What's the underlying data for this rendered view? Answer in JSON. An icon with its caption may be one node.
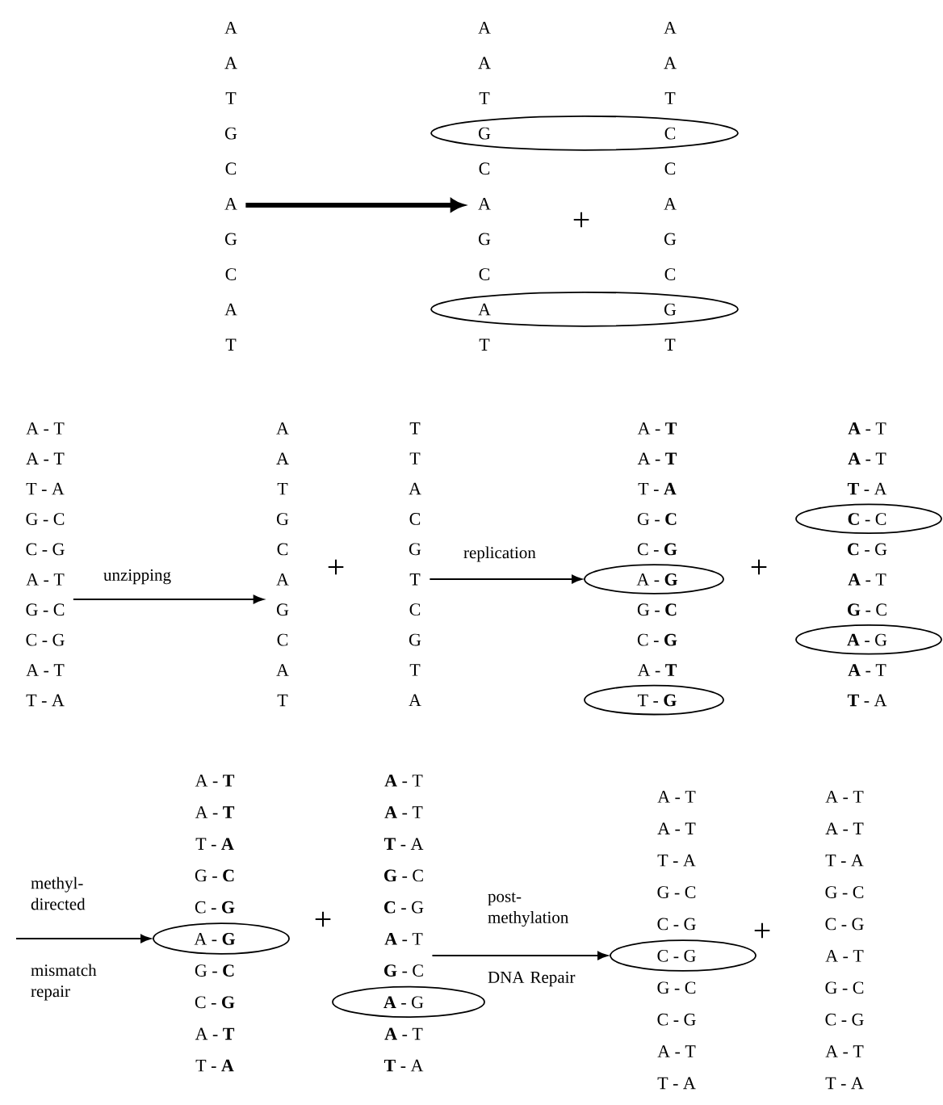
{
  "diagram": {
    "nodes": [
      {
        "text": [
          "A",
          "A",
          "T",
          "G",
          "C",
          "A",
          "G",
          "C",
          "A",
          "T"
        ]
      },
      {
        "text": [
          "A",
          "A",
          "T",
          "G",
          "C",
          "A",
          "G",
          "C",
          "A",
          "T"
        ]
      },
      {
        "text": [
          "A",
          "A",
          "T",
          "C",
          "C",
          "A",
          "G",
          "C",
          "G",
          "T"
        ]
      },
      {
        "text": [
          "A - T",
          "A - T",
          "T - A",
          "G - C",
          "C - G",
          "A - T",
          "G - C",
          "C - G",
          "A - T",
          "T - A"
        ]
      },
      {
        "text": [
          "A",
          "A",
          "T",
          "G",
          "C",
          "A",
          "G",
          "C",
          "A",
          "T"
        ]
      },
      {
        "text": [
          "T",
          "T",
          "A",
          "C",
          "G",
          "T",
          "C",
          "G",
          "T",
          "A"
        ]
      },
      {
        "text": [
          "A - **T**",
          "A - **T**",
          "T - **A**",
          "G - **C**",
          "C - **G**",
          "A - **G**",
          "G - **C**",
          "C - **G**",
          "A - **T**",
          "T - **G**"
        ]
      },
      {
        "text": [
          "**A** - T",
          "**A** - T",
          "**T** - A",
          "**C** - C",
          "**C** - G",
          "**A** - T",
          "**G** - C",
          "**A** - G",
          "**A** - T",
          "**T** - A"
        ]
      },
      {
        "text": [
          "A - **T**",
          "A - **T**",
          "T - **A**",
          "G - **C**",
          "C - **G**",
          "A - **G**",
          "G - **C**",
          "C - **G**",
          "A - **T**",
          "T - **A**"
        ]
      },
      {
        "text": [
          "**A** - T",
          "**A** - T",
          "**T** - A",
          "**G** - C",
          "**C** - G",
          "**A** - T",
          "**G** - C",
          "**A** - G",
          "**A** - T",
          "**T** - A"
        ]
      },
      {
        "text": [
          "A - T",
          "A - T",
          "T - A",
          "G - C",
          "C - G",
          "C - G",
          "G - C",
          "C - G",
          "A - T",
          "T - A"
        ]
      },
      {
        "text": [
          "A - T",
          "A - T",
          "T - A",
          "G - C",
          "C - G",
          "A - T",
          "G - C",
          "C - G",
          "A - T",
          "T - A"
        ]
      }
    ],
    "edges": [
      {
        "from": 0,
        "to": 1,
        "arrow": "to",
        "style": "thick"
      },
      {
        "from": 3,
        "to": 4,
        "arrow": "to",
        "label": "unzipping"
      },
      {
        "from": 5,
        "to": 6,
        "arrow": "to",
        "label": "replication"
      },
      {
        "from": null,
        "to": 8,
        "arrow": "to",
        "label": "methyl- directed"
      },
      {
        "from": 9,
        "to": 10,
        "arrow": "to",
        "label": "post- methylation"
      }
    ],
    "labels": [
      "+",
      "+",
      "+",
      "mismatch repair",
      "+",
      "DNA Repair",
      "+"
    ]
  }
}
